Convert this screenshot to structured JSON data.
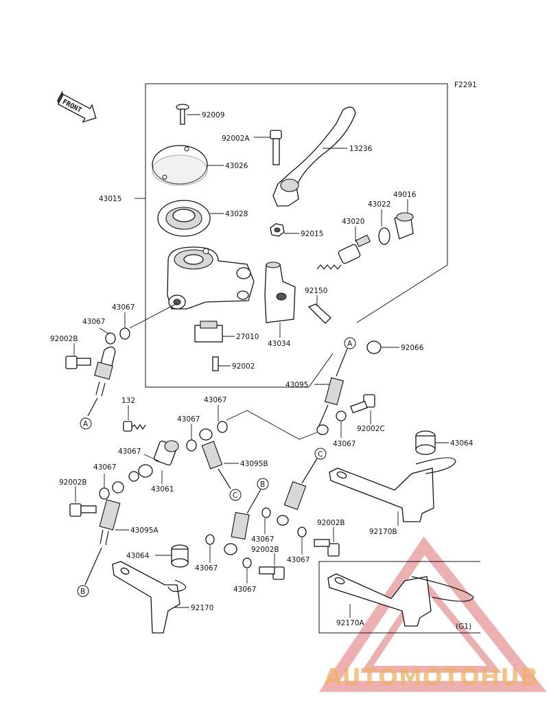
{
  "diagram_id": "F2291",
  "front_label": "FRONT",
  "part_labels": {
    "p92009": "92009",
    "p92002A": "92002A",
    "p13236": "13236",
    "p43026": "43026",
    "p43015": "43015",
    "p43028": "43028",
    "p43022": "43022",
    "p49016": "49016",
    "p43020": "43020",
    "p92015": "92015",
    "p92150": "92150",
    "p43067a": "43067",
    "p43067b": "43067",
    "p92002Ba": "92002B",
    "p27010": "27010",
    "p43034": "43034",
    "p92066": "92066",
    "p92002": "92002",
    "p43095": "43095",
    "p132": "132",
    "p43067c": "43067",
    "p43067d": "43067",
    "p92002C": "92002C",
    "p43067e": "43067",
    "p43064a": "43064",
    "p43067f": "43067",
    "p43095B": "43095B",
    "p43067g": "43067",
    "p92002Bb": "92002B",
    "p43061": "43061",
    "p43095A": "43095A",
    "p92170B": "92170B",
    "p92002Bc": "92002B",
    "p43067h": "43067",
    "p43064b": "43064",
    "p43067i": "43067",
    "p92002Bd": "92002B",
    "p43067j": "43067",
    "p43067k": "43067",
    "p92170": "92170",
    "p92170A": "92170A"
  },
  "connectors": {
    "A1": "A",
    "A2": "A",
    "B1": "B",
    "B2": "B",
    "C1": "C",
    "C2": "C"
  },
  "variant_note": "(G1)",
  "watermark": "AUTOMOTOHUB",
  "colors": {
    "line": "#111111",
    "watermark_red": "#e8a0a0",
    "watermark_orange": "#f0b060",
    "watermark_gray": "#9a9a9a"
  }
}
